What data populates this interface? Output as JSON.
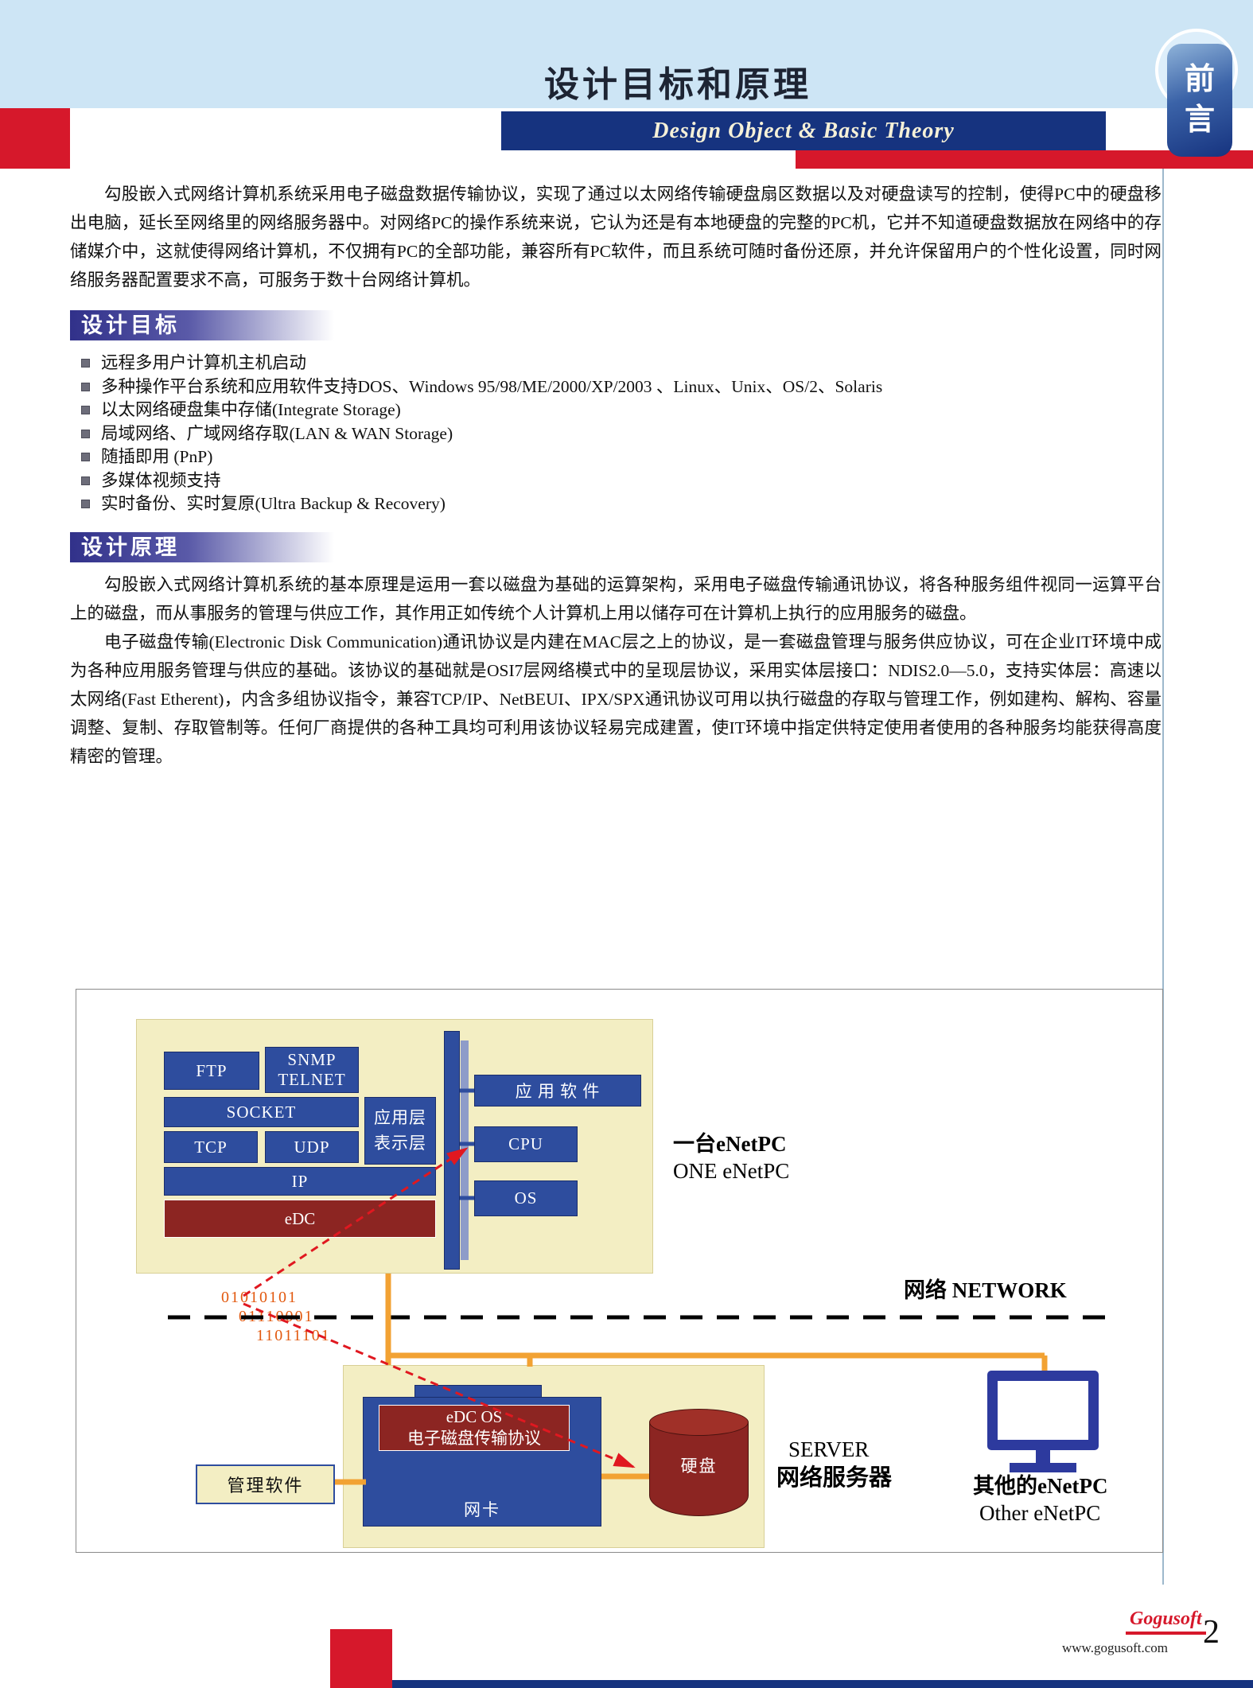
{
  "header": {
    "title": "设计目标和原理",
    "subtitle": "Design Object & Basic Theory",
    "badge": "前言"
  },
  "intro": "勾股嵌入式网络计算机系统采用电子磁盘数据传输协议，实现了通过以太网络传输硬盘扇区数据以及对硬盘读写的控制，使得PC中的硬盘移出电脑，延长至网络里的网络服务器中。对网络PC的操作系统来说，它认为还是有本地硬盘的完整的PC机，它并不知道硬盘数据放在网络中的存储媒介中，这就使得网络计算机，不仅拥有PC的全部功能，兼容所有PC软件，而且系统可随时备份还原，并允许保留用户的个性化设置，同时网络服务器配置要求不高，可服务于数十台网络计算机。",
  "goals": {
    "heading": "设计目标",
    "items": [
      "远程多用户计算机主机启动",
      "多种操作平台系统和应用软件支持DOS、Windows 95/98/ME/2000/XP/2003 、Linux、Unix、OS/2、Solaris",
      "以太网络硬盘集中存储(Integrate Storage)",
      "局域网络、广域网络存取(LAN & WAN Storage)",
      "随插即用 (PnP)",
      "多媒体视频支持",
      "实时备份、实时复原(Ultra Backup & Recovery)"
    ]
  },
  "theory": {
    "heading": "设计原理",
    "paragraphs": [
      "勾股嵌入式网络计算机系统的基本原理是运用一套以磁盘为基础的运算架构，采用电子磁盘传输通讯协议，将各种服务组件视同一运算平台上的磁盘，而从事服务的管理与供应工作，其作用正如传统个人计算机上用以储存可在计算机上执行的应用服务的磁盘。",
      "电子磁盘传输(Electronic Disk Communication)通讯协议是内建在MAC层之上的协议，是一套磁盘管理与服务供应协议，可在企业IT环境中成为各种应用服务管理与供应的基础。该协议的基础就是OSI7层网络模式中的呈现层协议，采用实体层接口：NDIS2.0—5.0，支持实体层：高速以太网络(Fast Etherent)，内含多组协议指令，兼容TCP/IP、NetBEUI、IPX/SPX通讯协议可用以执行磁盘的存取与管理工作，例如建构、解构、容量调整、复制、存取管制等。任何厂商提供的各种工具均可利用该协议轻易完成建置，使IT环境中指定供特定使用者使用的各种服务均能获得高度精密的管理。"
    ]
  },
  "diagram": {
    "stack": {
      "ftp": "FTP",
      "snmp": "SNMP",
      "telnet": "TELNET",
      "socket": "SOCKET",
      "app_layer": "应用层",
      "pres_layer": "表示层",
      "tcp": "TCP",
      "udp": "UDP",
      "ip": "IP",
      "edc": "eDC"
    },
    "pc": {
      "app_software": "应 用 软 件",
      "cpu": "CPU",
      "os": "OS",
      "label_zh": "一台eNetPC",
      "label_en": "ONE eNetPC"
    },
    "network": {
      "label": "网络 NETWORK",
      "bits": [
        "01010101",
        "01110001",
        "11011101"
      ]
    },
    "server": {
      "edc_os_line1": "eDC OS",
      "edc_os_line2": "电子磁盘传输协议",
      "nic": "网卡",
      "disk": "硬盘",
      "mgmt": "管理软件",
      "label_en": "SERVER",
      "label_zh": "网络服务器"
    },
    "other": {
      "label_zh": "其他的eNetPC",
      "label_en": "Other eNetPC"
    }
  },
  "footer": {
    "logo": "Gogusoft",
    "url": "www.gogusoft.com",
    "page": "2"
  },
  "colors": {
    "accent_red": "#d6182b",
    "deep_blue": "#16337f",
    "box_blue": "#2e4d9e",
    "cream": "#f3eec3",
    "dark_red": "#8c2522",
    "orange": "#f2a233",
    "light_blue_band": "#cde5f5"
  }
}
